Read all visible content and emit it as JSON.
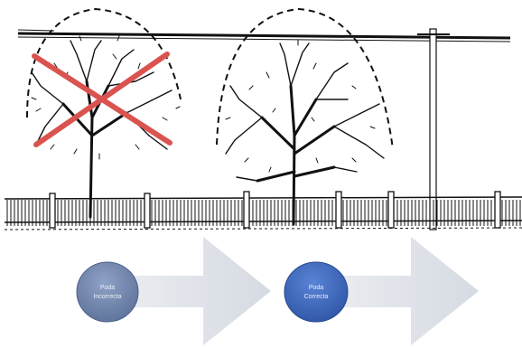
{
  "illustration": {
    "description_icons": [
      "tree-icon",
      "utility-pole-icon",
      "power-line-icon",
      "fence-icon",
      "cross-mark-icon"
    ],
    "cross_color": "#d9534f"
  },
  "flow": {
    "arrow_color": "#d9dce3",
    "steps": [
      {
        "label_line1": "Poda",
        "label_line2": "Incorrecta",
        "color": "#6f87b2"
      },
      {
        "label_line1": "Poda",
        "label_line2": "Correcta",
        "color": "#3f69bd"
      }
    ]
  }
}
